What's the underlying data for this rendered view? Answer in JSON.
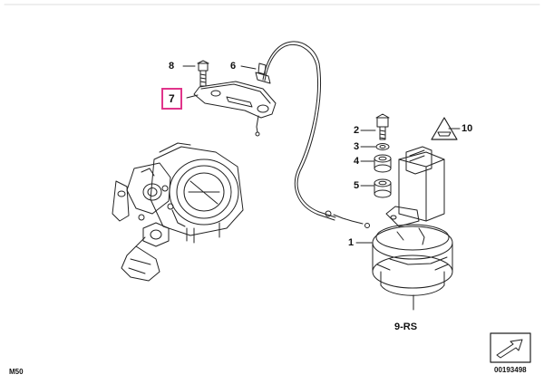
{
  "callouts": {
    "c1": "1",
    "c2": "2",
    "c3": "3",
    "c4": "4",
    "c5": "5",
    "c6": "6",
    "c7": "7",
    "c8": "8",
    "c9": "9-RS",
    "c10": "10"
  },
  "footer": {
    "model": "M50",
    "diagram_number": "00193498"
  },
  "colors": {
    "line": "#222222",
    "highlight": "#e0348a"
  },
  "icons": {
    "warning_triangle": "warning-triangle-icon",
    "navigation_arrow": "navigation-arrow-icon"
  }
}
